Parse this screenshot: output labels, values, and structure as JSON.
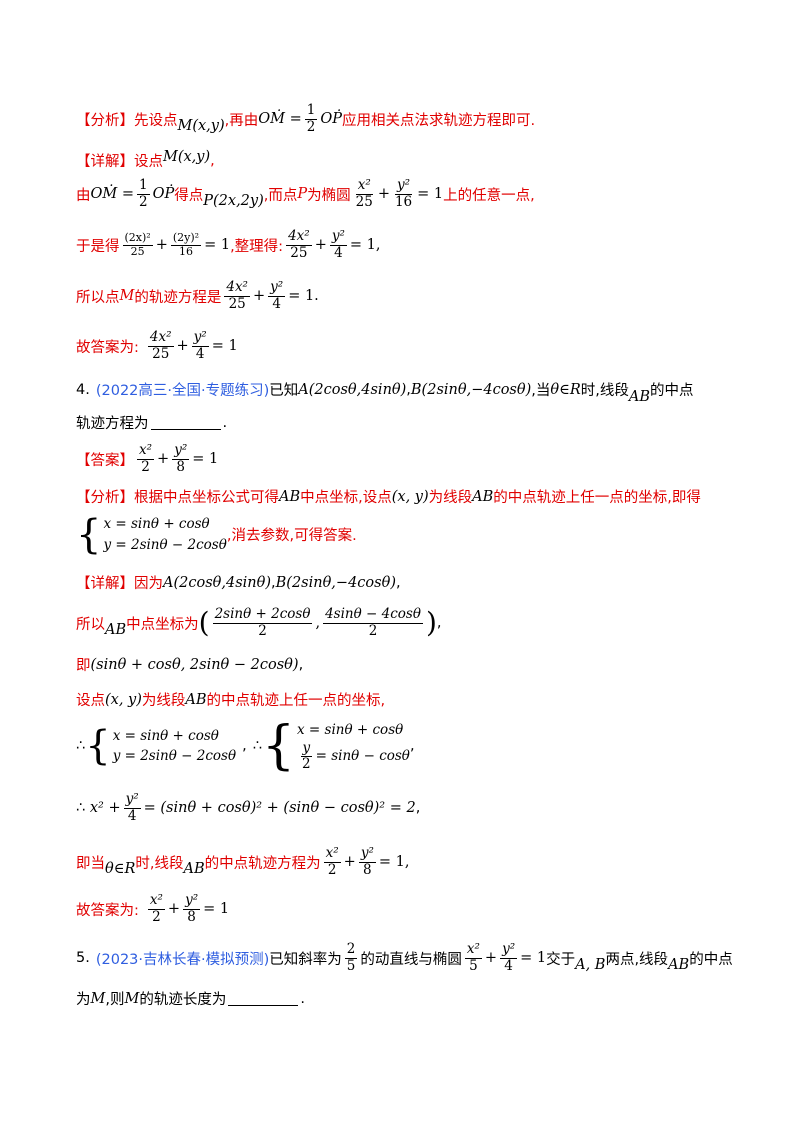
{
  "block1": {
    "analysis_tag": "【分析】",
    "analysis_a": "先设点",
    "analysis_pt": "M(x,y)",
    "analysis_b": ",再由",
    "analysis_c": "应用相关点法求轨迹方程即可.",
    "detail_tag": "【详解】",
    "detail_a": "设点",
    "detail_pt": "M(x,y)",
    "detail_b": ",",
    "l3_a": "由",
    "l3_b": "得点",
    "l3_pt": "P(2x,2y)",
    "l3_c": ",而点",
    "l3_p": "P",
    "l3_d": "为椭圆",
    "l3_e": "上的任意一点,",
    "l4_a": "于是得",
    "l4_b": ",整理得:",
    "l5_a": "所以点",
    "l5_m": "M",
    "l5_b": "的轨迹方程是",
    "l6_a": "故答案为:"
  },
  "q4": {
    "number": "4.",
    "source": "(2022高三·全国·专题练习)",
    "text_a": "已知",
    "pt_a": "A(2cosθ,4sinθ)",
    "pt_b": "B(2sinθ,−4cosθ)",
    "text_b": ",当",
    "cond": "θ∈R",
    "text_c": "时,线段",
    "ab": "AB",
    "text_d": "的中点",
    "line2": "轨迹方程为",
    "answer_tag": "【答案】",
    "analysis_tag": "【分析】",
    "analysis_a": "根据中点坐标公式可得",
    "analysis_b": "中点坐标,设点",
    "analysis_pt": "(x, y)",
    "analysis_c": "为线段",
    "analysis_d": "的中点轨迹上任一点的坐标,即得",
    "sys_x": "x = sinθ + cosθ",
    "sys_y": "y = 2sinθ − 2cosθ",
    "analysis_e": ",消去参数,可得答案.",
    "detail_tag": "【详解】",
    "detail_a": "因为",
    "d2_a": "所以",
    "d2_b": "中点坐标为",
    "d3_a": "即",
    "d3_tuple": "(sinθ + cosθ, 2sinθ − 2cosθ)",
    "d4_a": "设点",
    "d4_b": "为线段",
    "d4_c": "的中点轨迹上任一点的坐标,",
    "therefore": "∴",
    "sys2_x": "x = sinθ + cosθ",
    "sys2_y": "= sinθ − cosθ",
    "d6_expr": "= (sinθ + cosθ)² + (sinθ − cosθ)² = 2",
    "d7_a": "即当",
    "d7_b": "时,线段",
    "d7_c": "的中点轨迹方程为",
    "final": "故答案为:"
  },
  "q5": {
    "number": "5.",
    "source": "(2023·吉林长春·模拟预测)",
    "text_a": "已知斜率为",
    "text_b": "的动直线与椭圆",
    "text_c": "交于",
    "pts": "A, B",
    "text_d": "两点,线段",
    "ab": "AB",
    "text_e": "的中点",
    "line2_a": "为",
    "m1": "M",
    "line2_b": ",则",
    "m2": "M",
    "line2_c": "的轨迹长度为"
  }
}
